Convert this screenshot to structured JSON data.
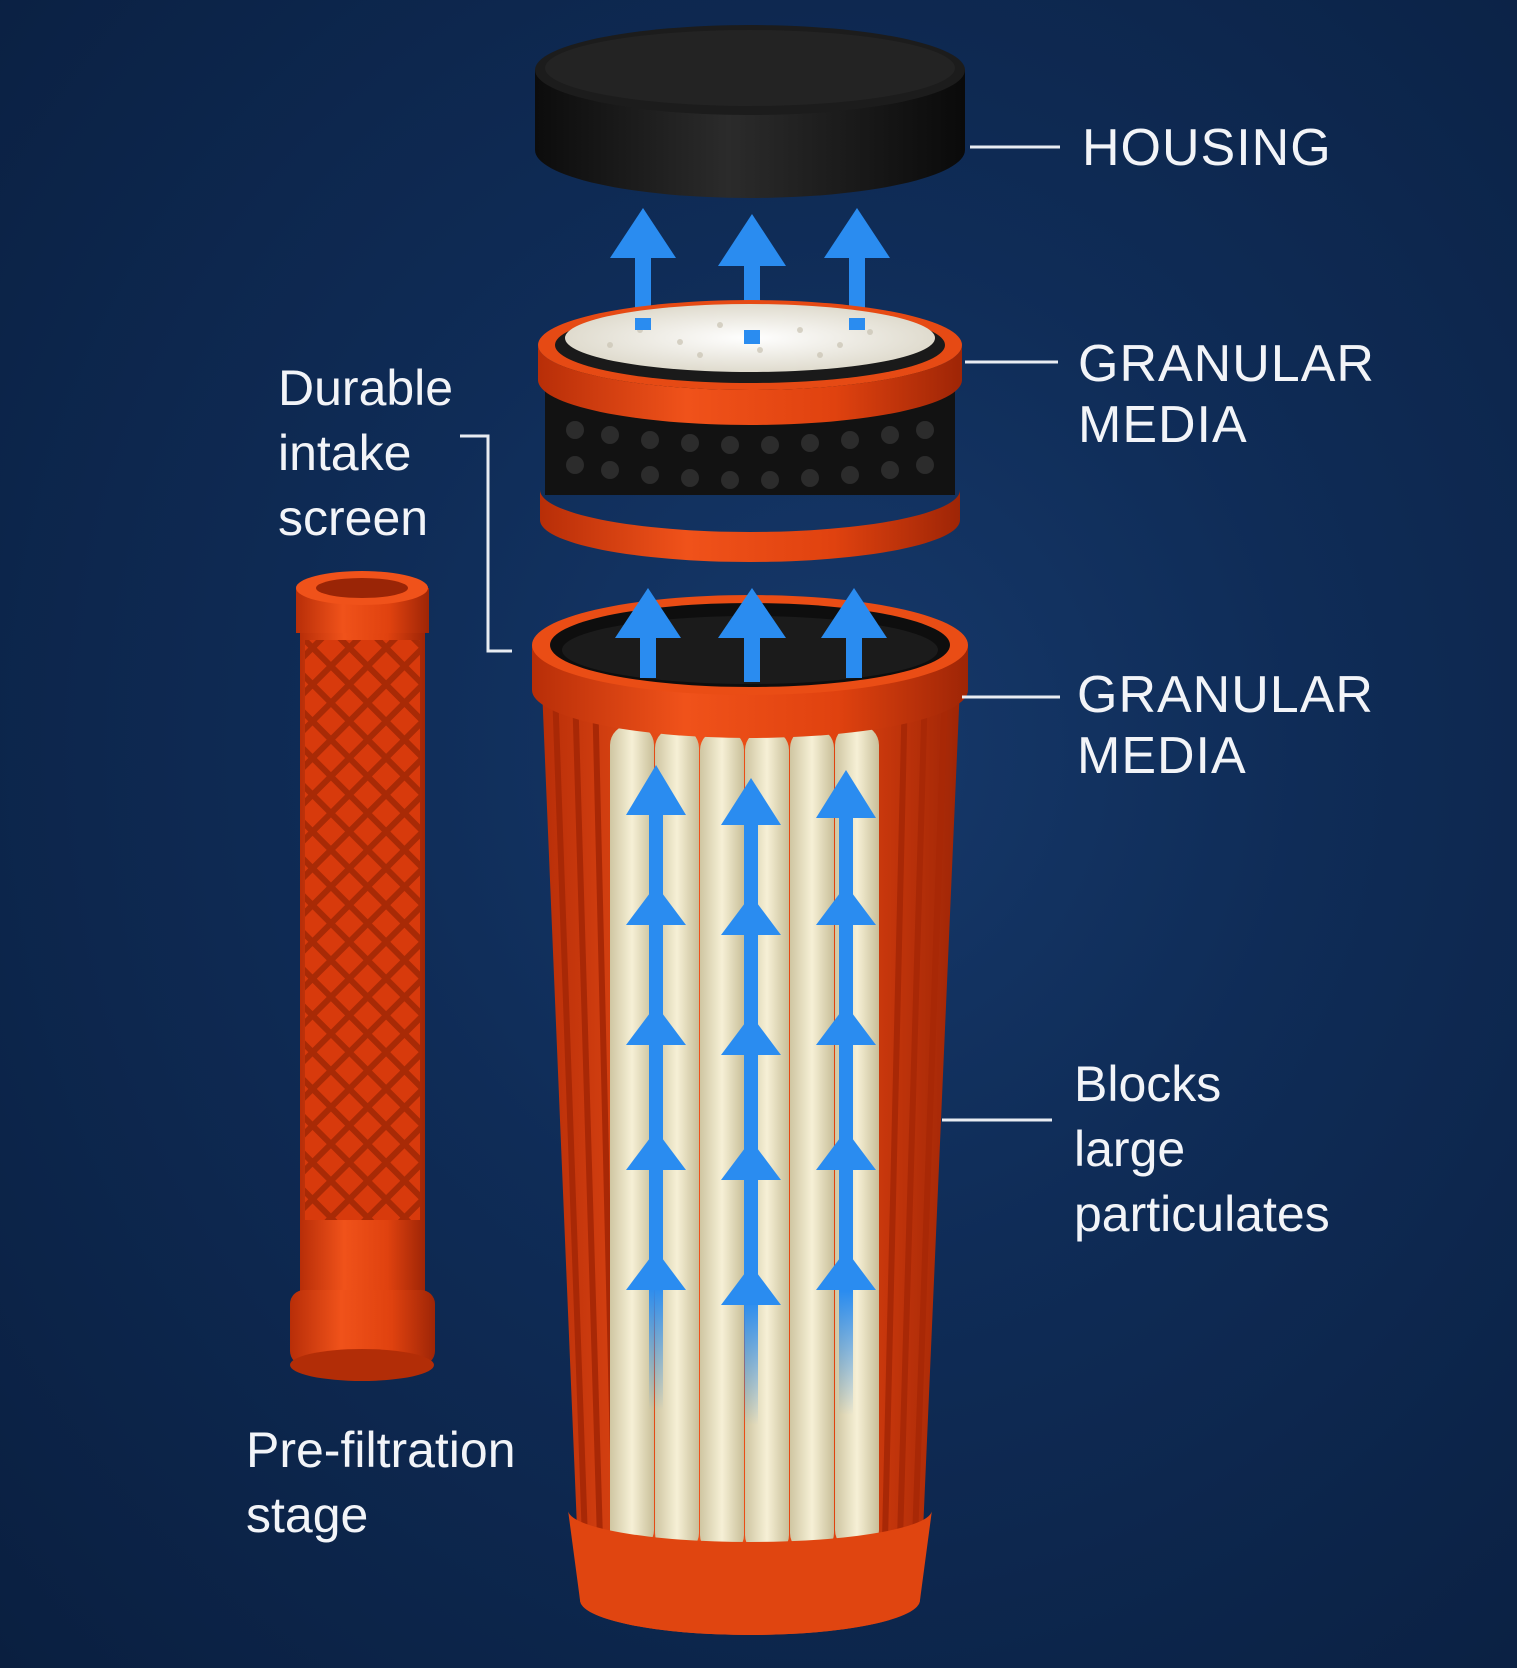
{
  "labels": {
    "housing": "HOUSING",
    "granular_media_1": [
      "GRANULAR",
      "MEDIA"
    ],
    "granular_media_2": [
      "GRANULAR",
      "MEDIA"
    ],
    "durable_intake_screen": [
      "Durable",
      "intake",
      "screen"
    ],
    "blocks_large_particulates": [
      "Blocks",
      "large",
      "particulates"
    ],
    "pre_filtration_stage": [
      "Pre-filtration",
      "stage"
    ]
  },
  "colors": {
    "background": "#0f2c57",
    "orange": "#e5400f",
    "housing_black": "#141414",
    "arrow_blue": "#2a8cf0",
    "media_cream": "#efe8c8",
    "text": "#f2f4f8"
  },
  "icons": [
    "arrow-up-icon"
  ]
}
